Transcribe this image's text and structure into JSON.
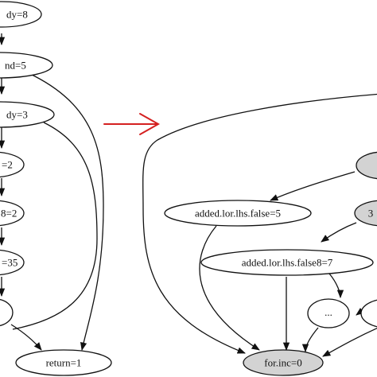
{
  "colors": {
    "edge": "#111111",
    "node_fill": "#ffffff",
    "node_fill_grey": "#d3d3d3",
    "transform_arrow": "#d42020"
  },
  "left_graph": {
    "nodes": {
      "entry": "dy=8",
      "cond": "nd=5",
      "body": "dy=3",
      "n4": "=2",
      "n5": "8=2",
      "n6": "=35",
      "return": "return=1"
    }
  },
  "right_graph": {
    "nodes": {
      "false_node": "added.lor.lhs.false=5",
      "false8_node": "added.lor.lhs.false8=7",
      "dots_node": "...",
      "partial_node": "3",
      "forinc": "for.inc=0"
    }
  }
}
